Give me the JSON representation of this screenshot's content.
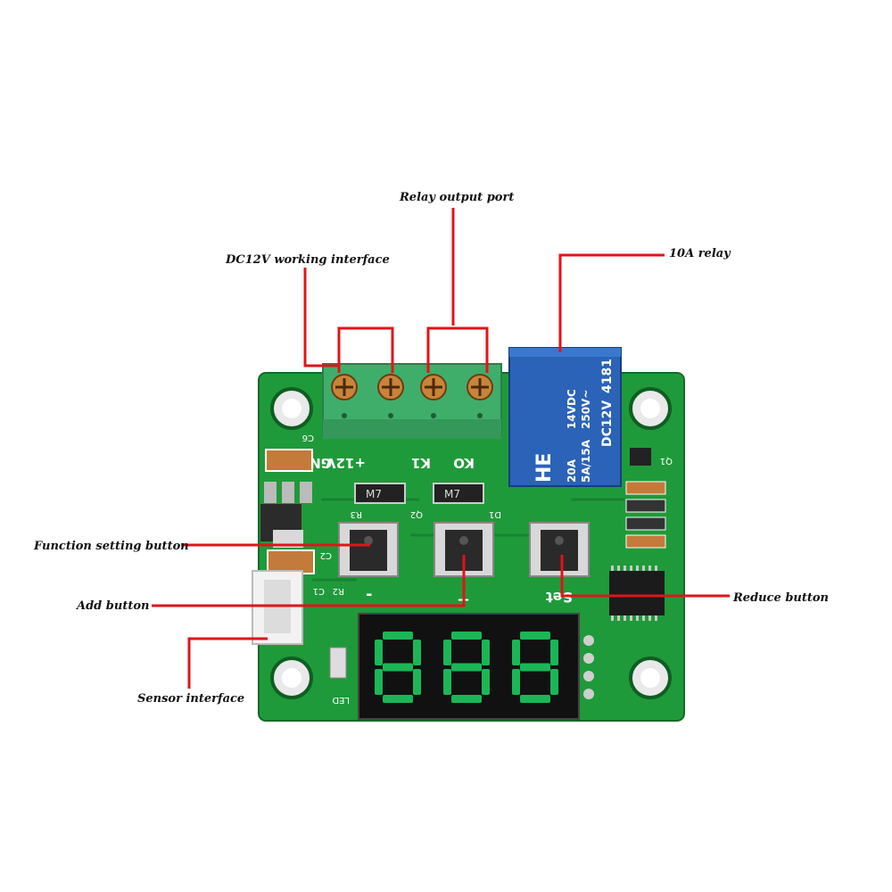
{
  "colors": {
    "background": "#ffffff",
    "pcb_green": "#1f9a3a",
    "pcb_dark": "#157a2c",
    "silkscreen": "#ffffff",
    "relay_blue": "#2b63b8",
    "terminal_green": "#3fae6a",
    "leader_red": "#e0141a",
    "display_digit": "#1bb657",
    "display_body": "#111111"
  },
  "callouts": {
    "relay_output_port": "Relay output port",
    "dc12v_interface": "DC12V working interface",
    "relay_10a": "10A relay",
    "function_button": "Function setting button",
    "add_button": "Add button",
    "reduce_button": "Reduce button",
    "sensor_interface": "Sensor interface"
  },
  "board": {
    "terminal_labels": {
      "ko": "KO",
      "k1": "K1",
      "plus12v": "+12V",
      "gnd": "GND"
    },
    "relay": {
      "brand": "HE",
      "model": "DC12V",
      "part_no": "4181",
      "rating_dc": "14VDC",
      "rating_ac": "250V~",
      "current_main": "20A",
      "current_alt": "5A/15A"
    },
    "chip_labels": {
      "m7_a": "M7",
      "m7_b": "M7"
    },
    "button_marks": {
      "minus": "-",
      "plus": "+",
      "set": "Set"
    },
    "component_labels": {
      "c6": "C6",
      "r3": "R3",
      "q2": "Q2",
      "d1": "D1",
      "c2": "C2",
      "r2": "R2",
      "c1": "C1",
      "led": "LED",
      "q1": "Q1"
    },
    "display": {
      "digits": "888"
    }
  }
}
